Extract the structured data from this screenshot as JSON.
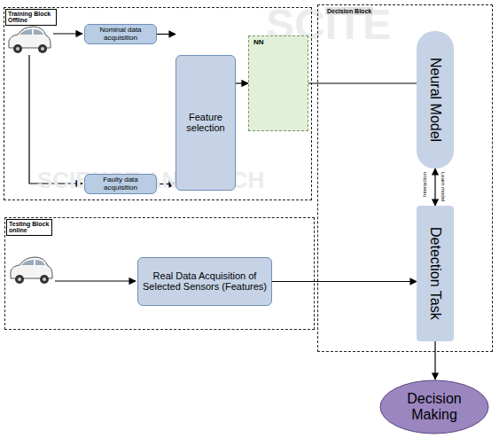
{
  "diagram": {
    "nodes": [
      {
        "text": [
          "Training Block Offline"
        ]
      },
      {
        "text": [
          "Nominal data acquisition"
        ],
        "in": 0
      },
      {
        "text": [
          "Faulty data acquisition"
        ],
        "in": 0
      },
      {
        "text": [
          "Feature selection"
        ],
        "in": 0
      },
      {
        "text": [
          "NN"
        ],
        "in": 0
      },
      {
        "text": [
          "Decision Block"
        ]
      },
      {
        "text": [
          "Neural Model"
        ],
        "in": 5
      },
      {
        "text": [
          "Detection Task"
        ],
        "in": 5
      },
      {
        "text": [
          "Testing Block online"
        ]
      },
      {
        "text": [
          "Real Data Acquisition of Selected Sensors (Features)"
        ],
        "in": 8
      },
      {
        "text": [
          "Decision Making"
        ]
      }
    ],
    "edges": [
      {
        "from": 1,
        "to": 3,
        "arrow": "to"
      },
      {
        "from": 2,
        "to": 3,
        "arrow": "to"
      },
      {
        "from": 3,
        "to": 4,
        "arrow": "to"
      },
      {
        "from": 4,
        "to": 6,
        "arrow": "none"
      },
      {
        "from": 6,
        "to": 7,
        "arrow": "both"
      },
      {
        "from": 9,
        "to": 7,
        "arrow": "to"
      },
      {
        "from": 7,
        "to": 10,
        "arrow": "to"
      }
    ],
    "labels": [
      "Interaction",
      "Learn model",
      "SCITE",
      "SCIENCE AND TECH"
    ]
  }
}
